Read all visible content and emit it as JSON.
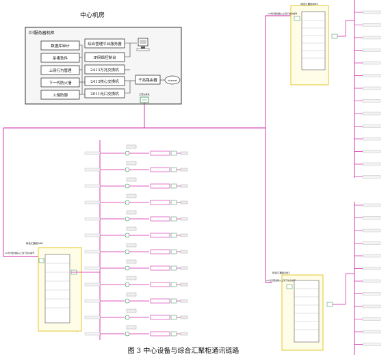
{
  "center": {
    "title": "中心机房",
    "room_label": "03服务器机柜",
    "left_boxes": [
      "数据库审计",
      "杀毒软件",
      "上网行为管理",
      "下一代防火墙",
      "入侵防御"
    ],
    "right_boxes": [
      "综合管理平台服务器",
      "IP网络控制台",
      "2413万兆交换机",
      "2413核心交换机",
      "2011光口交换机"
    ],
    "router_label": "千兆路由器",
    "internet_label": "Internet",
    "bottom_switch_label": "汇聚交换机"
  },
  "caption": "图 3 中心设备与综合汇聚柜通讯链路",
  "cabinets": {
    "top_right": {
      "title": "综合汇聚柜AW2",
      "uplink": "1U光纤配线箱从上到下依次编号"
    },
    "bottom_left": {
      "title": "综合汇聚柜AW1",
      "uplink": "1U光纤配线箱从上到下依次编号"
    },
    "bottom_right": {
      "title": "综合汇聚柜AW3",
      "uplink": "1U光纤配线箱从上到下依次编号"
    }
  }
}
